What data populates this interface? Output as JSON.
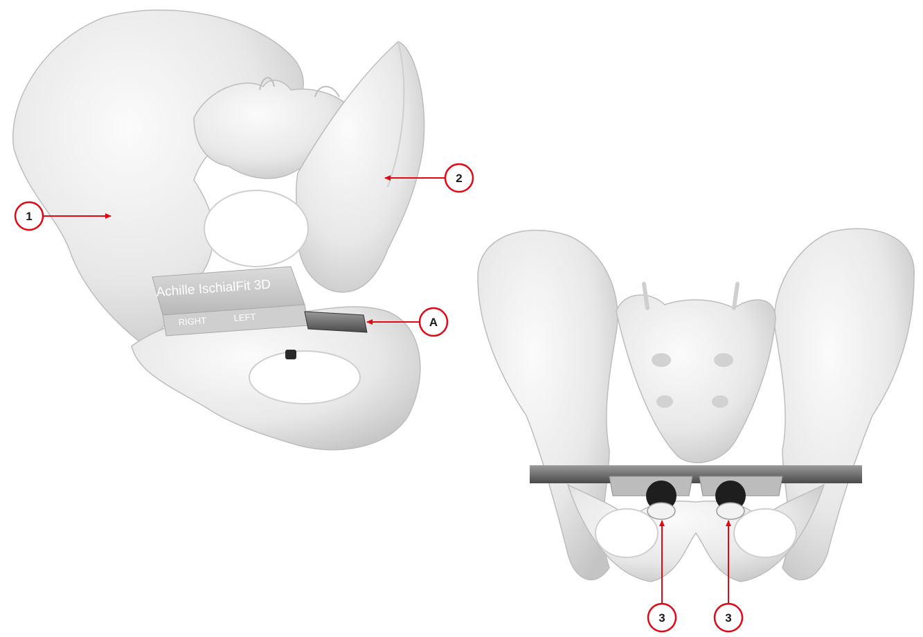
{
  "callouts": {
    "c1": "1",
    "c2": "2",
    "cA": "A",
    "c3a": "3",
    "c3b": "3"
  },
  "engraving": {
    "product": "Achille IschialFit 3D",
    "side_right": "RIGHT",
    "side_left": "LEFT"
  },
  "colors": {
    "accent": "#e30613",
    "bone": "#ececec",
    "bone_shadow": "#c9c9c9",
    "knob": "#1e1e1e"
  }
}
